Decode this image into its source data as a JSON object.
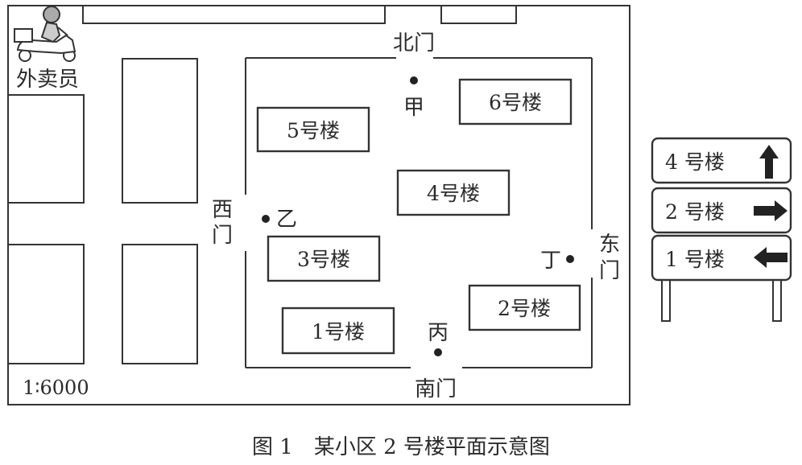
{
  "map": {
    "courier_label": "外卖员",
    "scale": "1∶6000",
    "gates": {
      "north": "北门",
      "west_1": "西",
      "west_2": "门",
      "east_1": "东",
      "east_2": "门",
      "south": "南门"
    },
    "points": {
      "jia": "甲",
      "yi": "乙",
      "bing": "丙",
      "ding": "丁"
    },
    "buildings": {
      "b1": "1号楼",
      "b2": "2号楼",
      "b3": "3号楼",
      "b4": "4号楼",
      "b5": "5号楼",
      "b6": "6号楼"
    }
  },
  "signpost": {
    "rows": [
      {
        "label": "4 号楼",
        "arrow": "up-arrow-icon"
      },
      {
        "label": "2 号楼",
        "arrow": "right-arrow-icon"
      },
      {
        "label": "1 号楼",
        "arrow": "left-arrow-icon"
      }
    ]
  },
  "caption": "图 1　某小区 2 号楼平面示意图"
}
